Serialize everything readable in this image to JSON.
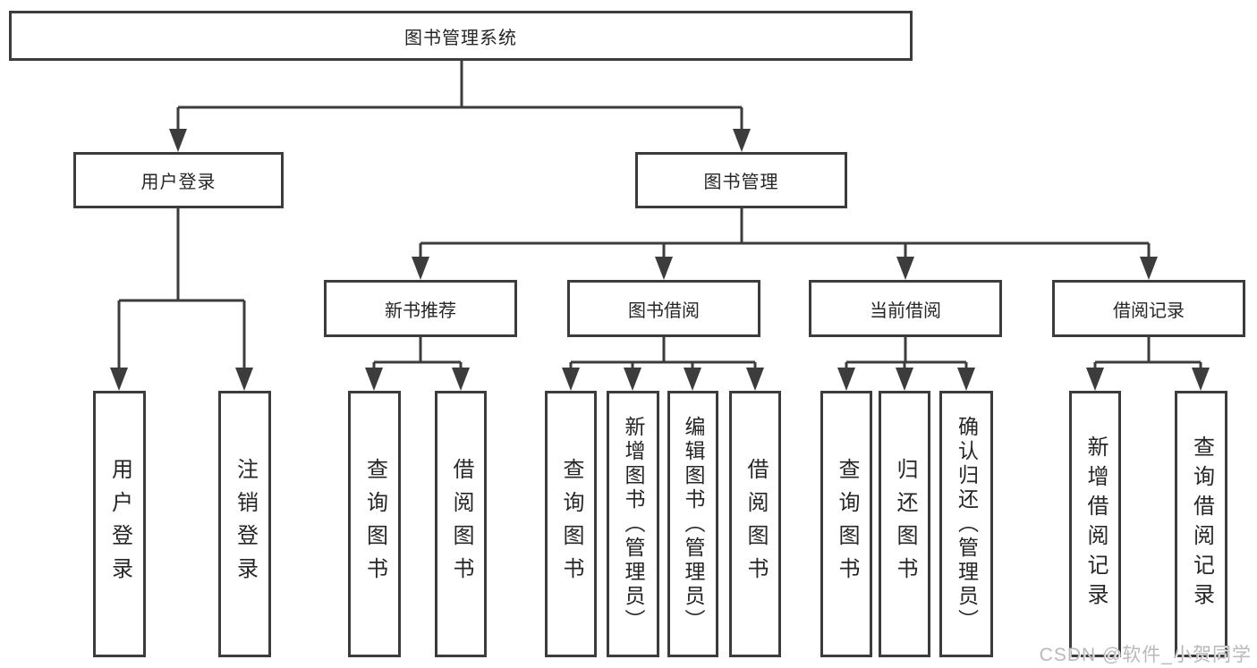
{
  "diagram": {
    "root": {
      "label": "图书管理系统"
    },
    "level2": [
      {
        "label": "用户登录"
      },
      {
        "label": "图书管理"
      }
    ],
    "level3": [
      {
        "label": "新书推荐"
      },
      {
        "label": "图书借阅"
      },
      {
        "label": "当前借阅"
      },
      {
        "label": "借阅记录"
      }
    ],
    "leaves": [
      {
        "label": "用户登录"
      },
      {
        "label": "注销登录"
      },
      {
        "label": "查询图书"
      },
      {
        "label": "借阅图书"
      },
      {
        "label": "查询图书"
      },
      {
        "label": "新增图书（管理员）"
      },
      {
        "label": "编辑图书（管理员）"
      },
      {
        "label": "借阅图书"
      },
      {
        "label": "查询图书"
      },
      {
        "label": "归还图书"
      },
      {
        "label": "确认归还（管理员）"
      },
      {
        "label": "新增借阅记录"
      },
      {
        "label": "查询借阅记录"
      }
    ]
  },
  "watermark": {
    "text": "CSDN @软件_小贺同学"
  },
  "colors": {
    "line": "#3c3c3c",
    "text": "#262626",
    "background": "#ffffff",
    "watermark": "#b9b9b9"
  }
}
